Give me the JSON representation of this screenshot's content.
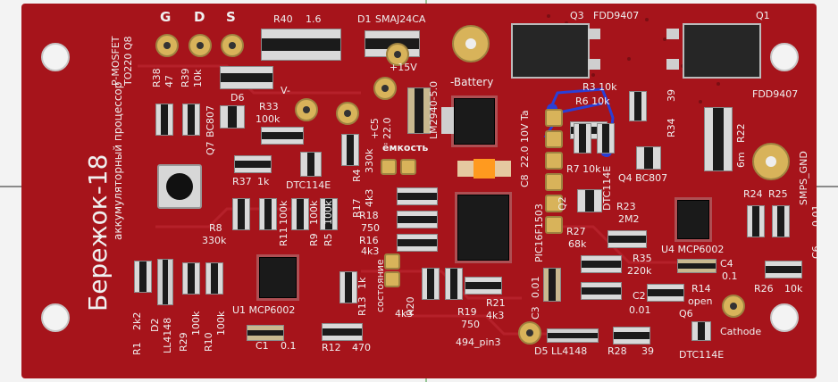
{
  "pcb": {
    "title": "Бережок-18",
    "subtitle": "аккумуляторный процессор",
    "labels": {
      "g": "G",
      "d": "D",
      "s": "S",
      "r40": "R40",
      "r40v": "1.6",
      "d1": "D1",
      "d1v": "SMAJ24CA",
      "q3": "Q3",
      "q3v": "FDD9407",
      "q1": "Q1",
      "q1v": "FDD9407",
      "pmosfet": "P-MOSFET",
      "to220": "TO220 Q8",
      "r38": "R38",
      "r38v": "47",
      "r39": "R39",
      "r39v": "10k",
      "d6": "D6",
      "vminus": "V-",
      "plus15": "+15V",
      "lm": "LM2940-5.0",
      "battery": "-Battery",
      "r3": "R3 10k",
      "r6": "R6 10k",
      "r34": "R34",
      "r34v": "39",
      "r22": "R22",
      "r22v": "6m",
      "smps": "SMPS_GND",
      "q7": "Q7",
      "q7v": "BC807",
      "r33": "R33",
      "r33v": "100k",
      "c5": "+C5",
      "c5v": "22.0",
      "r4": "R4",
      "r4v": "330k",
      "cap": "ёмкость",
      "c8": "C8",
      "c8v": "22.0 10V Ta",
      "r7": "R7 10k",
      "dtc114e": "DTC114E",
      "q4": "Q4 BC807",
      "r24": "R24",
      "r25": "R25",
      "r37": "R37",
      "r37v": "1k",
      "r17": "R17",
      "r17v": "4k3",
      "r18": "R18",
      "r18v": "750",
      "r16": "R16",
      "r16v": "4k3",
      "r11": "R11",
      "r11v": "100k",
      "r9": "R9",
      "r9v": "100k",
      "r5": "R5",
      "r5v": "100k",
      "r8": "R8",
      "r8v": "330k",
      "pic": "PIC16F1503",
      "q2": "Q2",
      "r23": "R23",
      "r23v": "2M2",
      "r27": "R27",
      "r27v": "68k",
      "u4": "U4 MCP6002",
      "c6": "C6",
      "c6v": "0.01",
      "r35": "R35",
      "r35v": "220k",
      "c4": "C4",
      "c4v": "0.1",
      "r26": "R26",
      "r26v": "10k",
      "r14": "R14",
      "r14v": "open",
      "r13": "R13",
      "r13v": "1k",
      "state": "состояние",
      "r20": "R20",
      "r20v": "4k3",
      "r21": "R21",
      "r21v": "4k3",
      "r19": "R19",
      "r19v": "750",
      "c3": "C3",
      "c3v": "0.01",
      "c2": "C2",
      "c2v": "0.01",
      "q6": "Q6",
      "cathode": "Cathode",
      "r1": "R1",
      "r1v": "2k2",
      "d2": "D2",
      "d2v": "LL4148",
      "r29": "R29",
      "r29v": "100k",
      "r10": "R10",
      "r10v": "100k",
      "u1": "U1 MCP6002",
      "c1": "C1",
      "c1v": "0.1",
      "r12": "R12",
      "r12v": "470",
      "pin3": "494_pin3",
      "d5": "D5 LL4148",
      "r28": "R28",
      "r28v": "39",
      "dtc114e_b": "DTC114E"
    }
  },
  "colors": {
    "board": "#a6141b",
    "silk": "#f0f0f0",
    "copper": "#d8b35a",
    "rework": "#2a3fd6"
  }
}
